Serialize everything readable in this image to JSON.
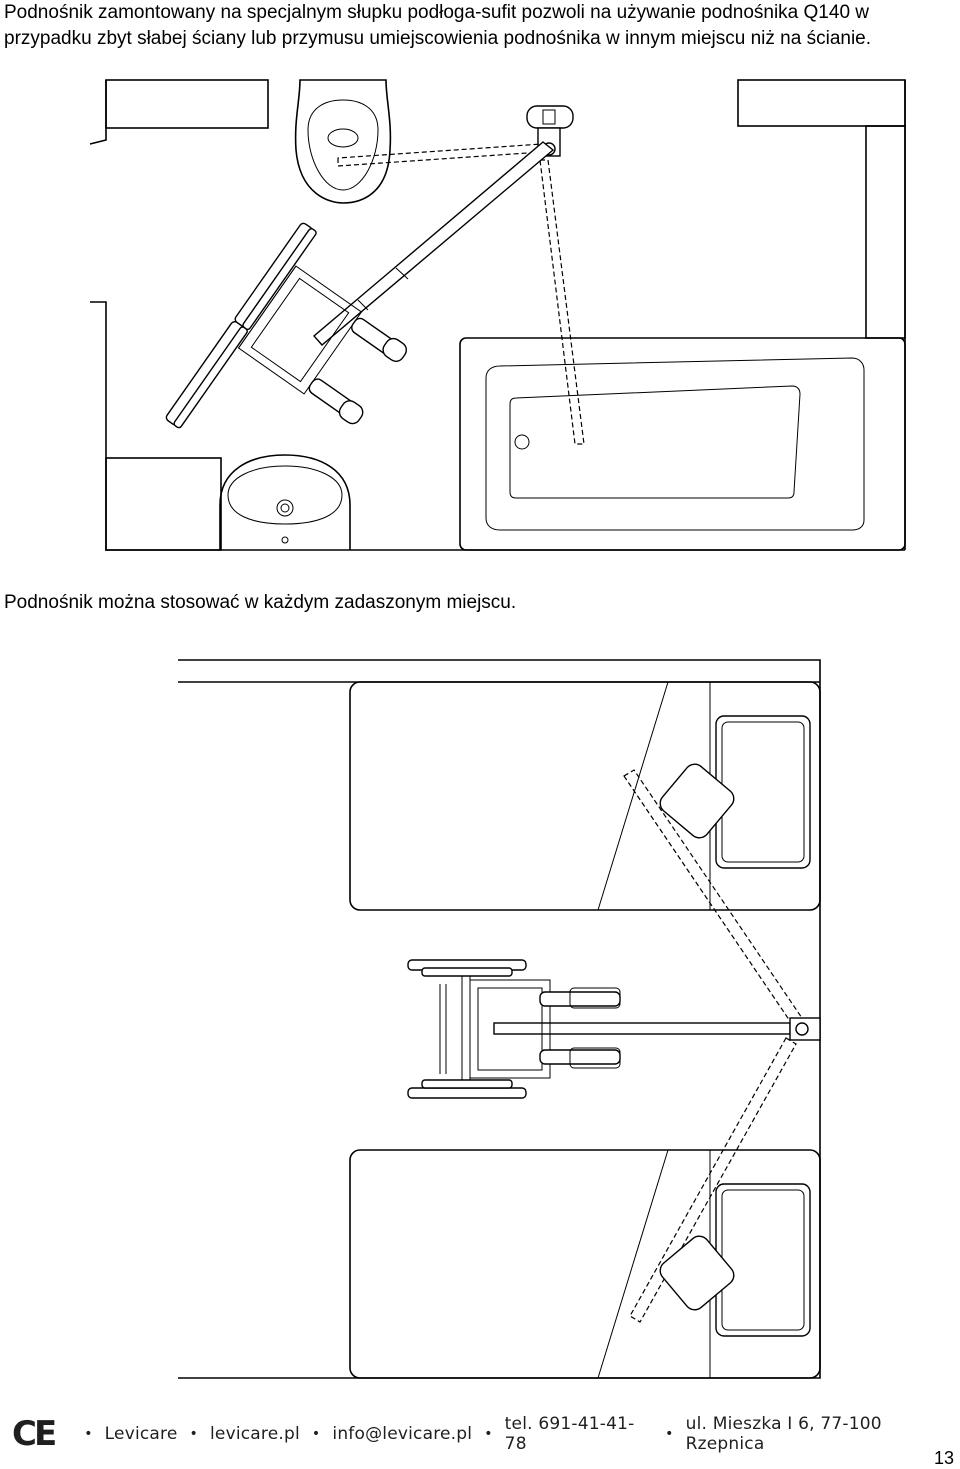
{
  "intro": {
    "line1": "Podnośnik zamontowany na specjalnym słupku podłoga-sufit pozwoli na używanie podnośnika Q140 w",
    "line2": "przypadku zbyt słabej ściany lub przymusu umiejscowienia podnośnika w innym miejscu niż na ścianie."
  },
  "caption2": "Podnośnik można stosować w każdym zadaszonym miejscu.",
  "footer": {
    "ce_mark": "CE",
    "company": "Levicare",
    "website": "levicare.pl",
    "email": "info@levicare.pl",
    "phone": "tel. 691-41-41-78",
    "address": "ul. Mieszka I 6, 77-100 Rzepnica",
    "separator": "•"
  },
  "page_number": "13"
}
